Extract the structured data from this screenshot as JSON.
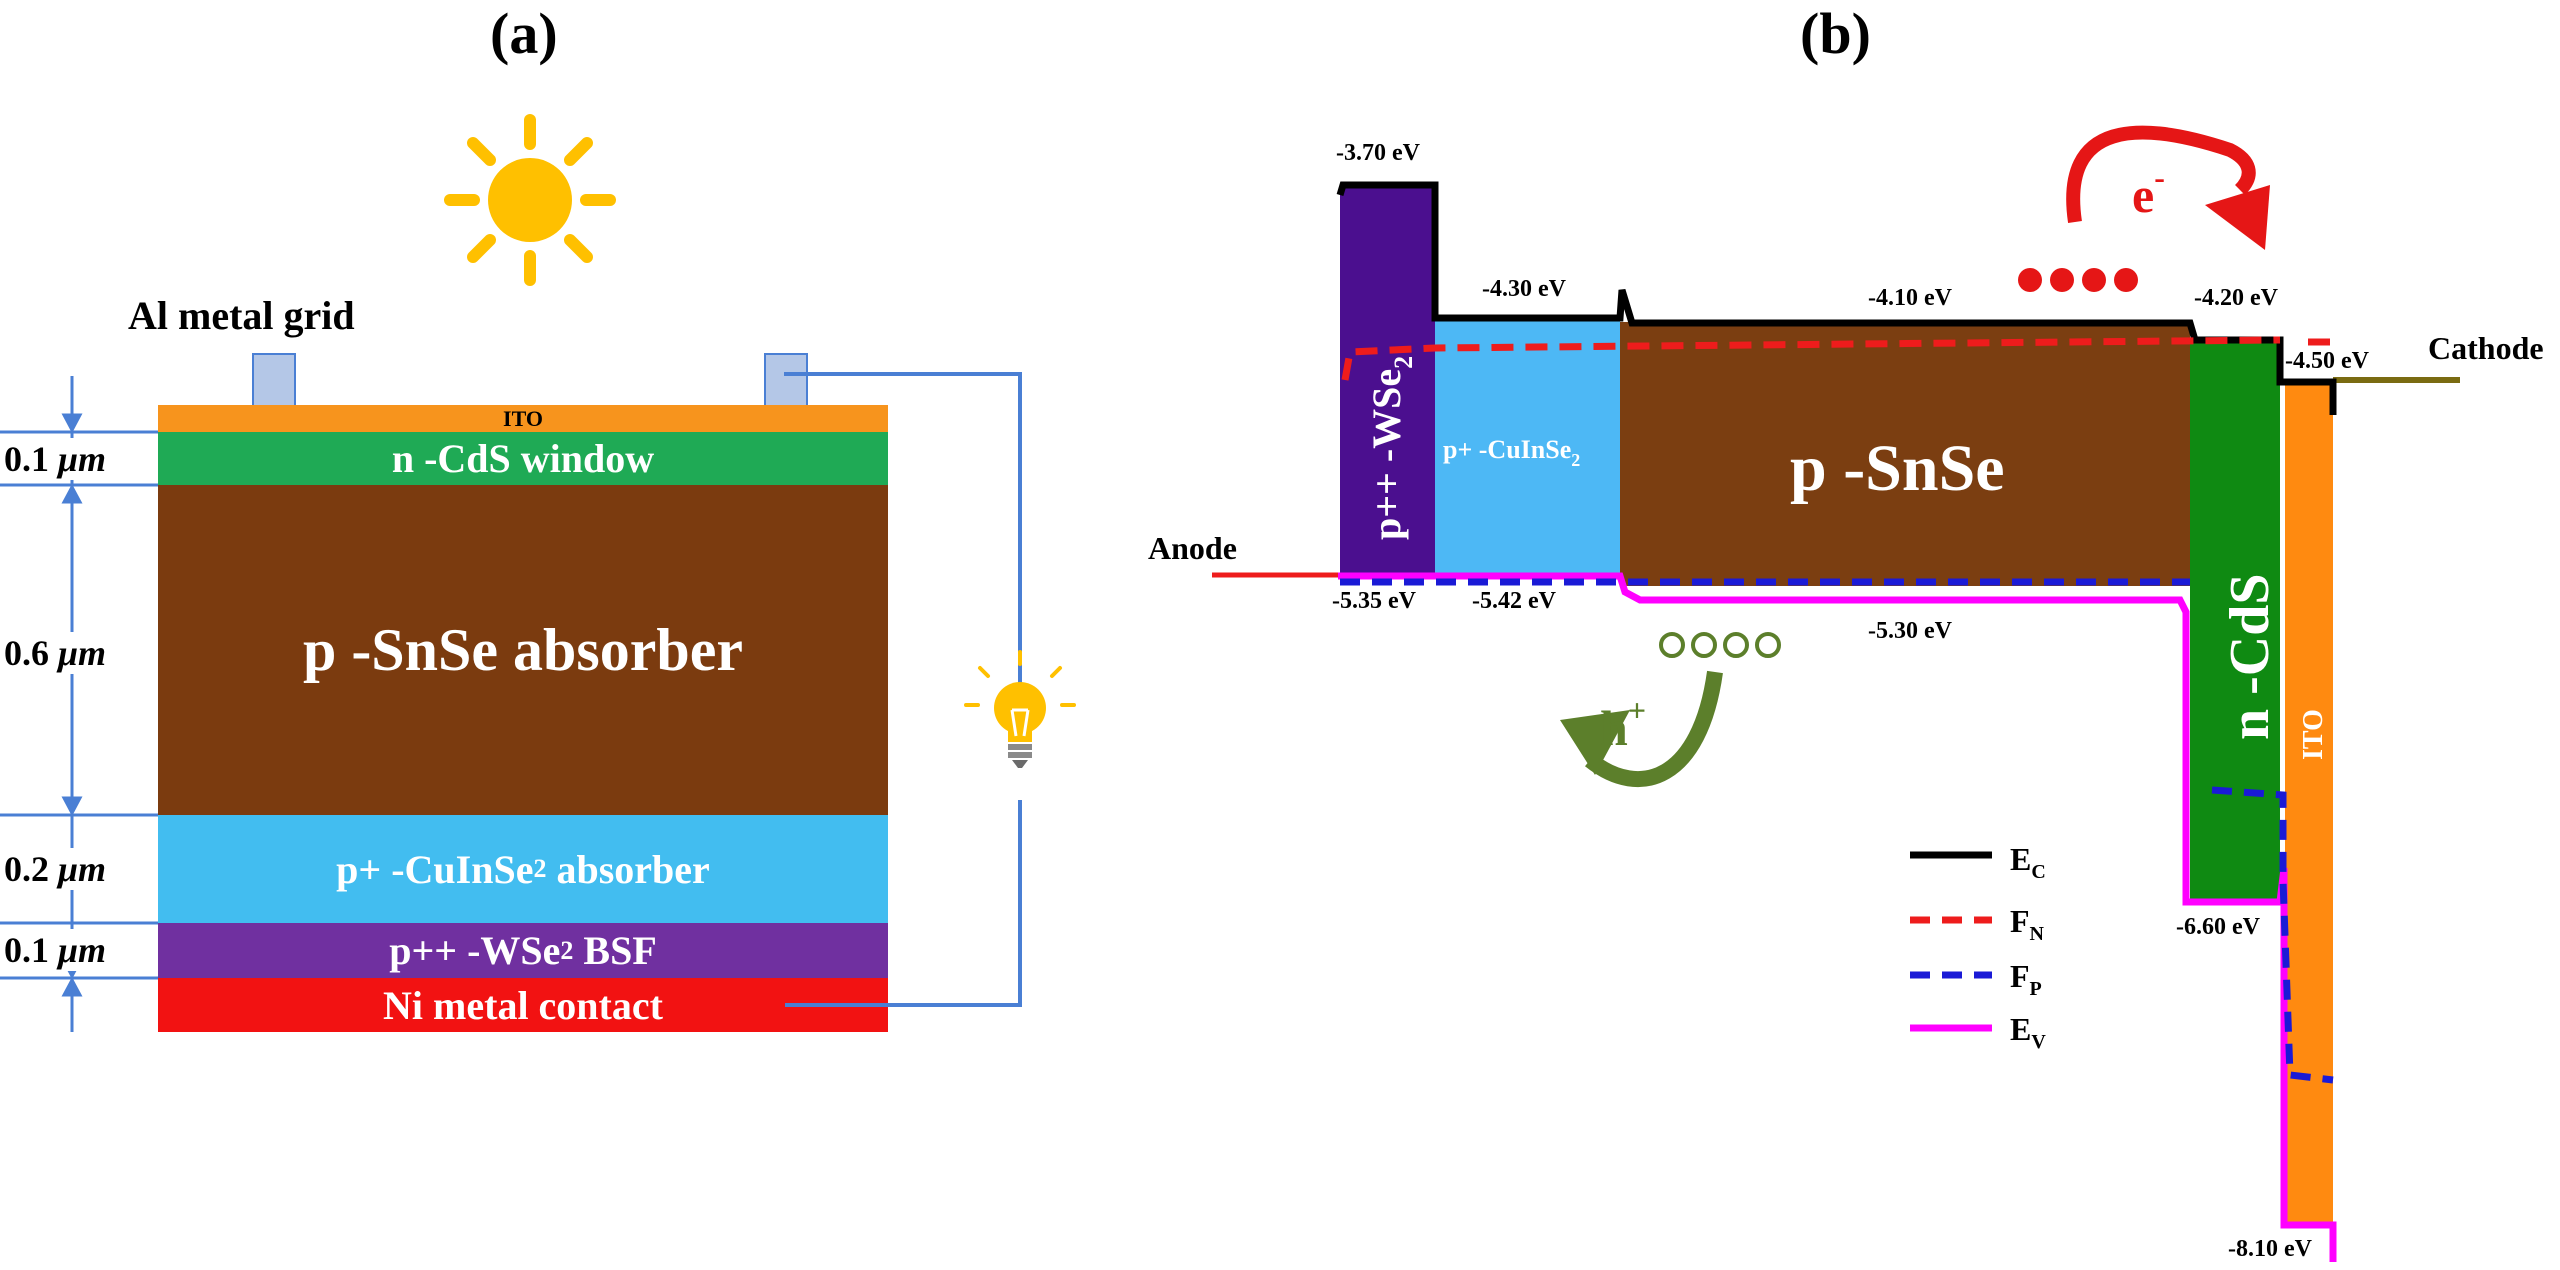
{
  "panel_a": {
    "label": "(a)",
    "grid_label": "Al metal grid",
    "layers": {
      "ito": "ITO",
      "cds": "n -CdS window",
      "snse": "p -SnSe absorber",
      "cuinse_pre": "p+ -CuInSe",
      "cuinse_sub": "2",
      "cuinse_post": " absorber",
      "wse_pre": "p++ -WSe",
      "wse_sub": "2",
      "wse_post": " BSF",
      "ni": "Ni metal contact"
    },
    "thickness": [
      {
        "value": "0.1",
        "unit": "μm"
      },
      {
        "value": "0.6",
        "unit": "μm"
      },
      {
        "value": "0.2",
        "unit": "μm"
      },
      {
        "value": "0.1",
        "unit": "μm"
      }
    ]
  },
  "panel_b": {
    "label": "(b)",
    "anode": "Anode",
    "cathode": "Cathode",
    "regions": {
      "wse_pre": "p++ -WSe",
      "wse_sub": "2",
      "cuinse_pre": "p+ -CuInSe",
      "cuinse_sub": "2",
      "snse": "p -SnSe",
      "cds": "n -CdS",
      "ito": "ITO"
    },
    "energies": {
      "wse_ec": "-3.70 eV",
      "cuinse_ec": "-4.30 eV",
      "snse_ec": "-4.10 eV",
      "cds_ec": "-4.20 eV",
      "ito_ec": "-4.50 eV",
      "wse_ev": "-5.35 eV",
      "cuinse_ev": "-5.42 eV",
      "snse_ev": "-5.30 eV",
      "cds_ev": "-6.60 eV",
      "ito_ev": "-8.10 eV"
    },
    "electron_label": "e",
    "electron_sup": "-",
    "hole_label": "h",
    "hole_sup": "+",
    "legend": [
      {
        "symbol": "E",
        "sub": "C",
        "color": "#000000",
        "style": "solid"
      },
      {
        "symbol": "F",
        "sub": "N",
        "color": "#ee1c1c",
        "style": "dashed"
      },
      {
        "symbol": "F",
        "sub": "P",
        "color": "#1a1ad6",
        "style": "dashed"
      },
      {
        "symbol": "E",
        "sub": "V",
        "color": "#ff00ff",
        "style": "solid"
      }
    ]
  },
  "colors": {
    "ito": "#f7941d",
    "cds": "#1faa55",
    "snse": "#7b3b0f",
    "cuinse": "#42bdf0",
    "wse": "#7030a0",
    "ni": "#f21212",
    "wse_band": "#4b0f8f",
    "cuinse_band": "#4db8f5",
    "snse_band": "#7b3e11",
    "cds_band": "#0f8a12",
    "ito_band": "#ff8a10",
    "electron": "#e51616",
    "hole": "#5c7f2b",
    "sun": "#ffc000",
    "wire": "#4a7fd4"
  }
}
